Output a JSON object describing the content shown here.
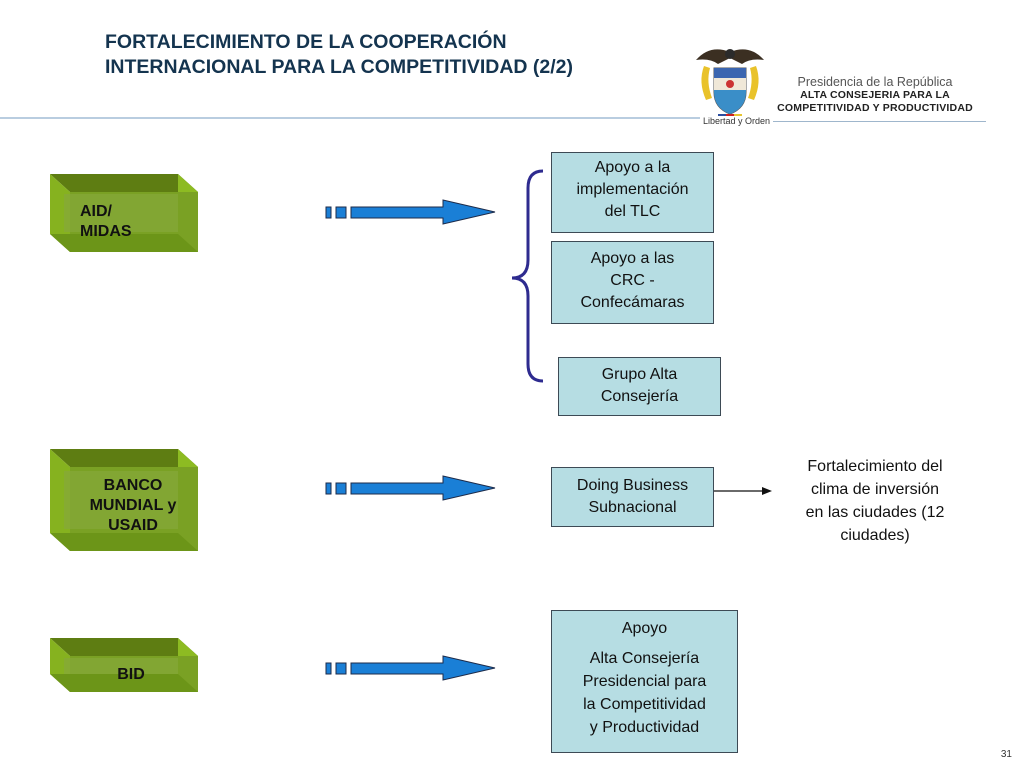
{
  "header": {
    "title_line1": "FORTALECIMIENTO DE LA COOPERACIÓN",
    "title_line2": "INTERNACIONAL PARA LA COMPETITIVIDAD (2/2)",
    "org_line1": "Presidencia de la República",
    "org_line2": "ALTA CONSEJERIA PARA LA",
    "org_line3": "COMPETITIVIDAD Y PRODUCTIVIDAD",
    "motto": "Libertad y Orden",
    "logo_icon": "coat-of-arms-icon"
  },
  "colors": {
    "title": "#14344f",
    "block_green": "#7ea626",
    "arrow_blue": "#1a7fd6",
    "box_fill": "#b6dde3",
    "brace": "#2e2b8f"
  },
  "rows": [
    {
      "source": "AID/\nMIDAS",
      "source_lines": [
        "AID/",
        "MIDAS"
      ],
      "targets": [
        "Apoyo a la implementación del TLC",
        "Apoyo a las CRC - Confecámaras",
        "Grupo Alta Consejería"
      ],
      "target_lines": [
        [
          "Apoyo a la",
          "implementación",
          "del TLC"
        ],
        [
          "Apoyo a las",
          "CRC -",
          "Confecámaras"
        ],
        [
          "Grupo Alta",
          "Consejería"
        ]
      ]
    },
    {
      "source_lines": [
        "BANCO",
        "MUNDIAL y",
        "USAID"
      ],
      "target_lines": [
        [
          "Doing Business",
          "Subnacional"
        ]
      ],
      "outcome_lines": [
        "Fortalecimiento del",
        "clima de inversión",
        "en las ciudades (12",
        "ciudades)"
      ]
    },
    {
      "source_lines": [
        "BID"
      ],
      "target_lines": [
        [
          "Apoyo"
        ],
        [
          "Alta Consejería",
          "Presidencial para",
          "la Competitividad",
          "y Productividad"
        ]
      ]
    }
  ],
  "page_number": "31"
}
